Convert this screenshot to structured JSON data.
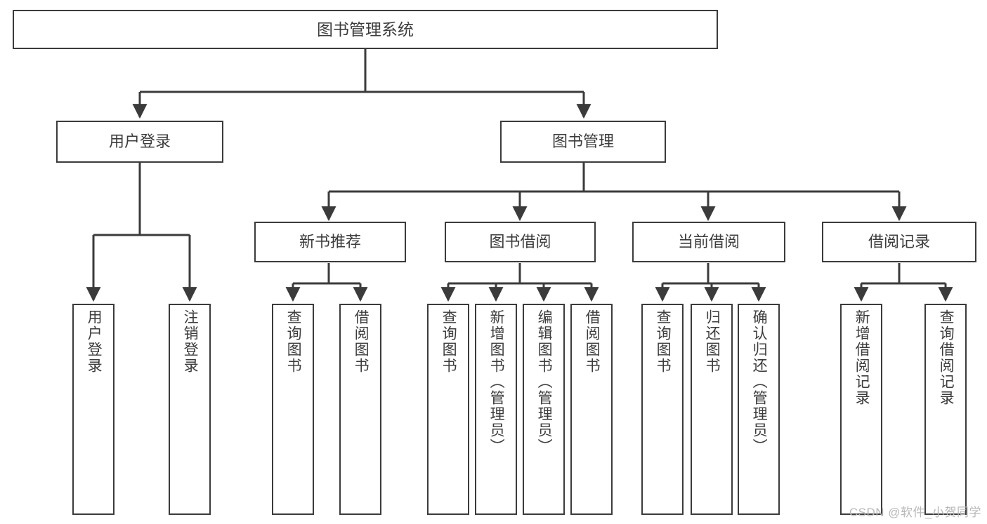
{
  "diagram": {
    "title": "图书管理系统",
    "type": "tree-hierarchy-diagram",
    "root": {
      "label": "图书管理系统"
    },
    "level1": [
      {
        "label": "用户登录"
      },
      {
        "label": "图书管理"
      }
    ],
    "level2": [
      {
        "label": "新书推荐"
      },
      {
        "label": "图书借阅"
      },
      {
        "label": "当前借阅"
      },
      {
        "label": "借阅记录"
      }
    ],
    "leaves": {
      "user_login": [
        {
          "label": "用户登录"
        },
        {
          "label": "注销登录"
        }
      ],
      "new_book_recommend": [
        {
          "label": "查询图书"
        },
        {
          "label": "借阅图书"
        }
      ],
      "book_borrow": [
        {
          "label": "查询图书"
        },
        {
          "label": "新增图书（管理员）"
        },
        {
          "label": "编辑图书（管理员）"
        },
        {
          "label": "借阅图书"
        }
      ],
      "current_borrow": [
        {
          "label": "查询图书"
        },
        {
          "label": "归还图书"
        },
        {
          "label": "确认归还（管理员）"
        }
      ],
      "borrow_record": [
        {
          "label": "新增借阅记录"
        },
        {
          "label": "查询借阅记录"
        }
      ]
    }
  },
  "watermark": {
    "text": "CSDN @软件_小贺同学"
  },
  "colors": {
    "stroke": "#3b3b3b",
    "text": "#3c3c3c",
    "background": "#ffffff",
    "watermark": "#b8b8b8"
  }
}
